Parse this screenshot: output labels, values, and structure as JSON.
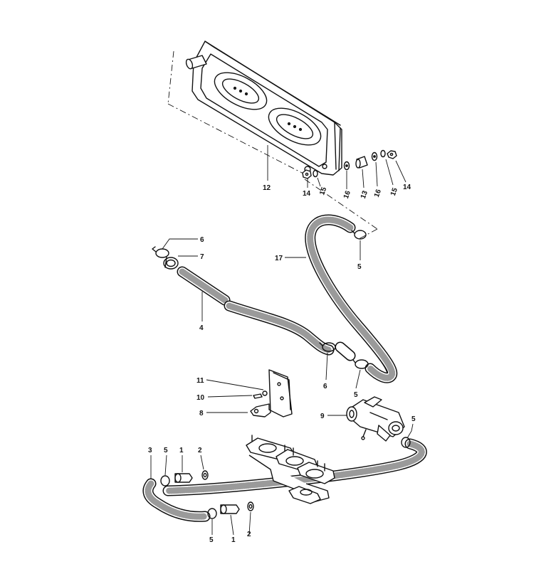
{
  "callouts": [
    {
      "id": "c12",
      "text": "12"
    },
    {
      "id": "c14a",
      "text": "14"
    },
    {
      "id": "c15a",
      "text": "15"
    },
    {
      "id": "c16a",
      "text": "16"
    },
    {
      "id": "c13",
      "text": "13"
    },
    {
      "id": "c16b",
      "text": "16"
    },
    {
      "id": "c15b",
      "text": "15"
    },
    {
      "id": "c14b",
      "text": "14"
    },
    {
      "id": "c6a",
      "text": "6"
    },
    {
      "id": "c7",
      "text": "7"
    },
    {
      "id": "c17",
      "text": "17"
    },
    {
      "id": "c5a",
      "text": "5"
    },
    {
      "id": "c4",
      "text": "4"
    },
    {
      "id": "c6b",
      "text": "6"
    },
    {
      "id": "c5b",
      "text": "5"
    },
    {
      "id": "c11",
      "text": "11"
    },
    {
      "id": "c10",
      "text": "10"
    },
    {
      "id": "c8",
      "text": "8"
    },
    {
      "id": "c9",
      "text": "9"
    },
    {
      "id": "c5c",
      "text": "5"
    },
    {
      "id": "c3",
      "text": "3"
    },
    {
      "id": "c5d",
      "text": "5"
    },
    {
      "id": "c1a",
      "text": "1"
    },
    {
      "id": "c2a",
      "text": "2"
    },
    {
      "id": "c5e",
      "text": "5"
    },
    {
      "id": "c1b",
      "text": "1"
    },
    {
      "id": "c2b",
      "text": "2"
    }
  ]
}
